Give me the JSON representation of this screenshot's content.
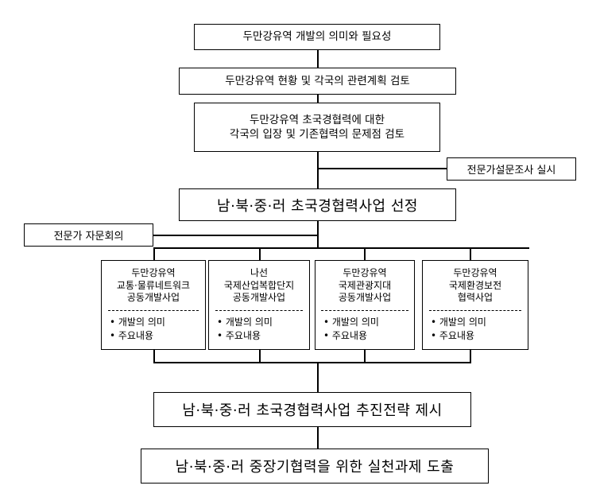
{
  "step1": "두만강유역 개발의 의미와 필요성",
  "step2": "두만강유역 현황 및 각국의 관련계획 검토",
  "step3": {
    "line1": "두만강유역 초국경협력에 대한",
    "line2": "각국의 입장 및 기존협력의 문제점 검토"
  },
  "side_survey": "전문가설문조사 실시",
  "step4": "남·북·중·러 초국경협력사업 선정",
  "side_consult": "전문가 자문회의",
  "projects": [
    {
      "lines": [
        "두만강유역",
        "교통·물류네트워크",
        "공동개발사업"
      ],
      "bullets": [
        "• 개발의 의미",
        "• 주요내용"
      ]
    },
    {
      "lines": [
        "나선",
        "국제산업복합단지",
        "공동개발사업"
      ],
      "bullets": [
        "• 개발의 의미",
        "• 주요내용"
      ]
    },
    {
      "lines": [
        "두만강유역",
        "국제관광지대",
        "공동개발사업"
      ],
      "bullets": [
        "• 개발의 의미",
        "• 주요내용"
      ]
    },
    {
      "lines": [
        "두만강유역",
        "국제환경보전",
        "협력사업"
      ],
      "bullets": [
        "• 개발의 의미",
        "• 주요내용"
      ]
    }
  ],
  "step5": "남·북·중·러 초국경협력사업 추진전략 제시",
  "step6": "남·북·중·러 중장기협력을 위한 실천과제 도출"
}
